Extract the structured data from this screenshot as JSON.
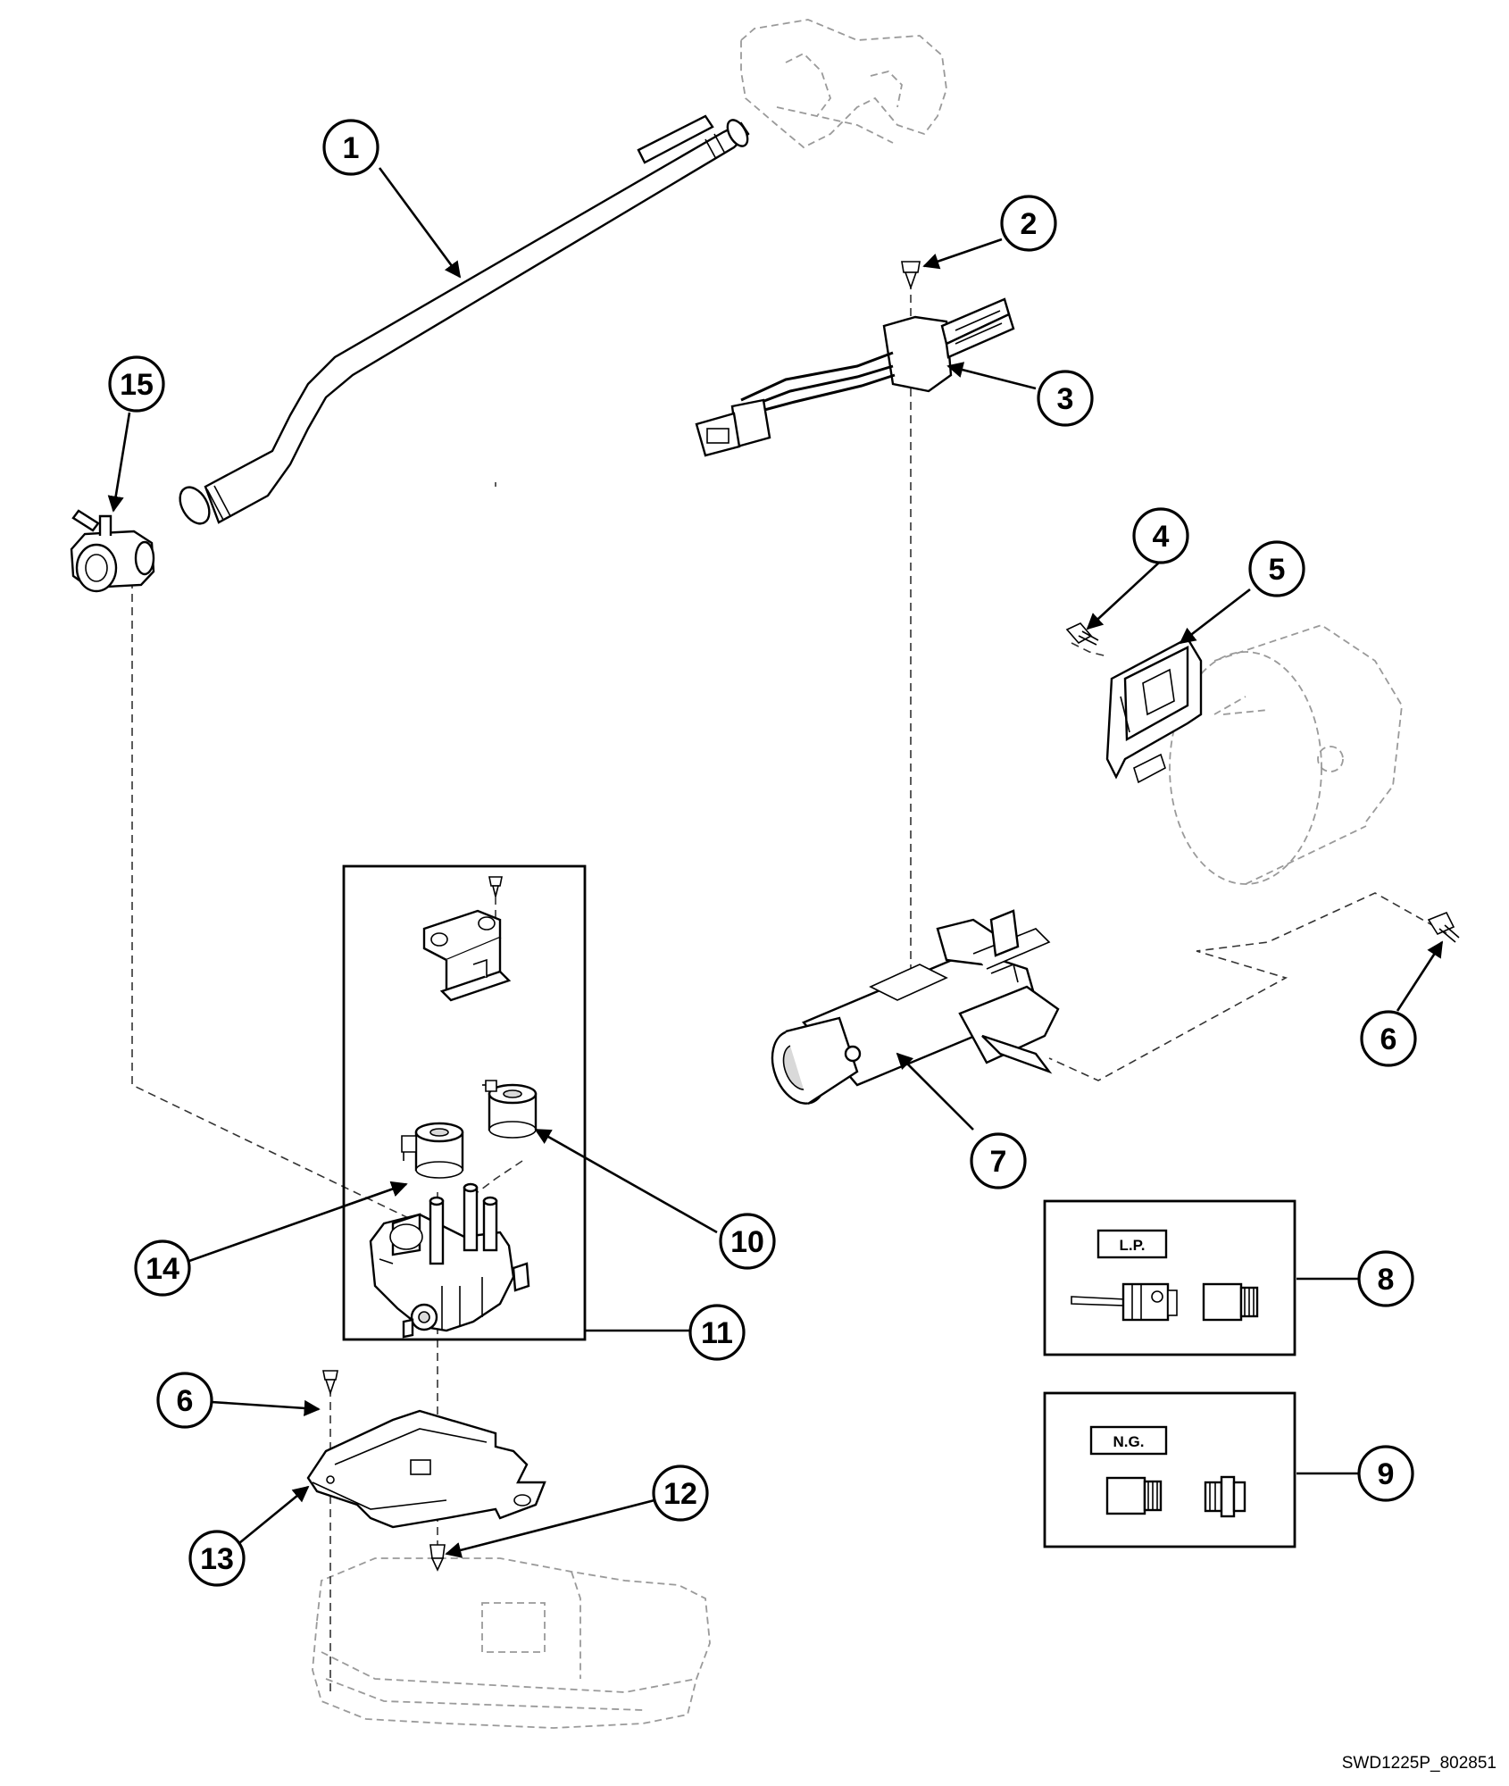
{
  "callouts": {
    "c1": "1",
    "c2": "2",
    "c3": "3",
    "c4": "4",
    "c5": "5",
    "c6a": "6",
    "c6b": "6",
    "c7": "7",
    "c8": "8",
    "c9": "9",
    "c10": "10",
    "c11": "11",
    "c12": "12",
    "c13": "13",
    "c14": "14",
    "c15": "15"
  },
  "kits": {
    "lp_label": "L.P.",
    "ng_label": "N.G."
  },
  "footer": {
    "code": "SWD1225P_802851"
  }
}
